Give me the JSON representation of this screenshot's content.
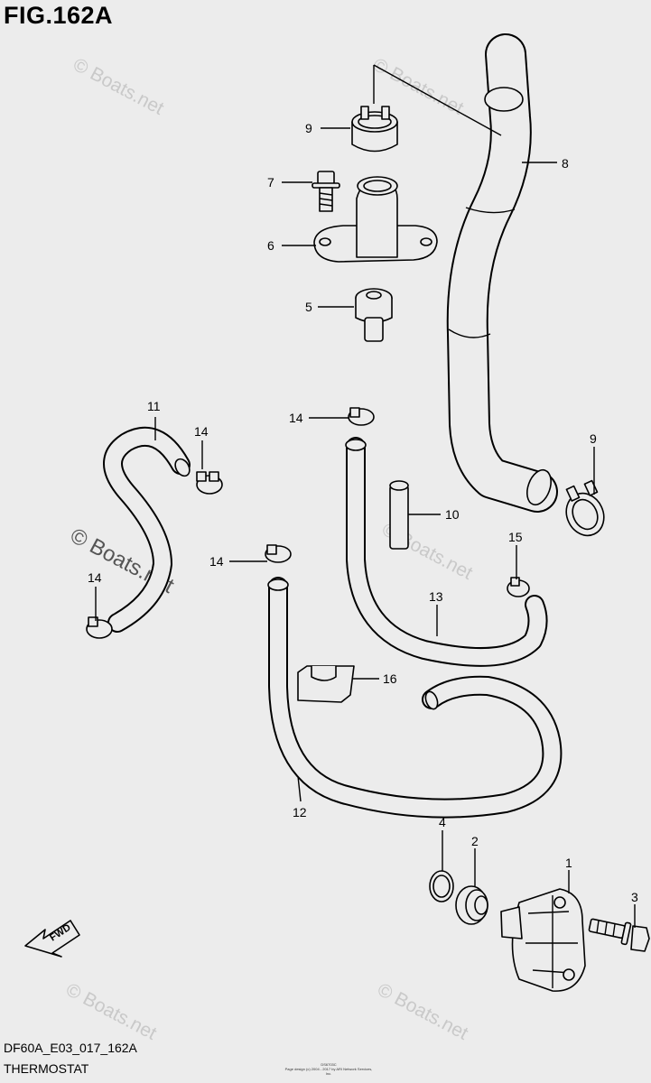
{
  "figure": {
    "title": "FIG.162A",
    "code": "DF60A_E03_017_162A",
    "name": "THERMOSTAT",
    "fine_print_1": "DS6703C",
    "fine_print_2": "Page design (c) 2004 - 2017 by ARI Network Services, Inc."
  },
  "watermarks": [
    "© Boats.net",
    "© Boats.net",
    "© Boats.net",
    "© Boats.net",
    "© Boats.net",
    "© Boats.net"
  ],
  "direction_arrow": {
    "label": "FWD"
  },
  "callouts": [
    {
      "id": "c1",
      "label": "1"
    },
    {
      "id": "c2",
      "label": "2"
    },
    {
      "id": "c3",
      "label": "3"
    },
    {
      "id": "c4",
      "label": "4"
    },
    {
      "id": "c5",
      "label": "5"
    },
    {
      "id": "c6",
      "label": "6"
    },
    {
      "id": "c7",
      "label": "7"
    },
    {
      "id": "c8",
      "label": "8"
    },
    {
      "id": "c9a",
      "label": "9"
    },
    {
      "id": "c9b",
      "label": "9"
    },
    {
      "id": "c10",
      "label": "10"
    },
    {
      "id": "c11",
      "label": "11"
    },
    {
      "id": "c12",
      "label": "12"
    },
    {
      "id": "c13",
      "label": "13"
    },
    {
      "id": "c14a",
      "label": "14"
    },
    {
      "id": "c14b",
      "label": "14"
    },
    {
      "id": "c14c",
      "label": "14"
    },
    {
      "id": "c14d",
      "label": "14"
    },
    {
      "id": "c15",
      "label": "15"
    },
    {
      "id": "c16",
      "label": "16"
    }
  ]
}
